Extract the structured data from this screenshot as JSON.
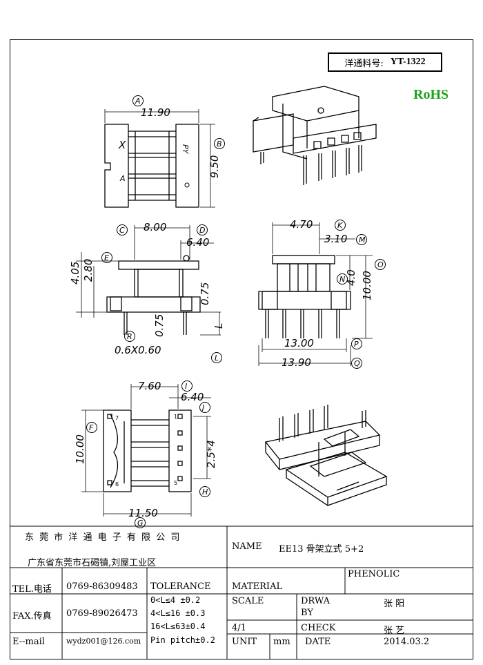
{
  "header": {
    "part_number_label": "洋通料号:",
    "part_number_value": "YT-1322",
    "rohs": "RoHS"
  },
  "top_view": {
    "dim_width": "11.90",
    "dim_height": "9.50",
    "label_a": "A",
    "label_b": "B",
    "marks": [
      "X",
      "A",
      "PY",
      "O"
    ]
  },
  "side_view_left": {
    "dim_c": "8.00",
    "dim_d": "6.40",
    "dim_e1": "4.05",
    "dim_e2": "2.80",
    "dim_075a": "0.75",
    "dim_075b": "0.75",
    "dim_l": "L",
    "dim_pin": "0.6X0.60",
    "labels": [
      "C",
      "D",
      "E",
      "R",
      "L"
    ]
  },
  "side_view_right": {
    "dim_k": "4.70",
    "dim_m": "3.10",
    "dim_n": "4.0",
    "dim_o": "10.00",
    "dim_p": "13.00",
    "dim_q": "13.90",
    "labels": [
      "K",
      "M",
      "N",
      "O",
      "P",
      "Q"
    ]
  },
  "bottom_view": {
    "dim_i": "7.60",
    "dim_j": "6.40",
    "dim_f": "10.00",
    "dim_pitch": "2.5*4",
    "dim_g": "11.50",
    "labels": [
      "I",
      "J",
      "F",
      "H",
      "G"
    ],
    "pin_numbers": [
      "7",
      "6",
      "1",
      "5"
    ]
  },
  "title_block": {
    "company": "东 莞 市 洋 通 电 子 有 限 公 司",
    "address": "广东省东莞市石碣镇,刘屋工业区",
    "name_label": "NAME",
    "name_value": "EE13 骨架立式 5+2",
    "material_label": "MATERIAL",
    "material_value": "PHENOLIC",
    "tel_label": "TEL.电话",
    "tel_value": "0769-86309483",
    "fax_label": "FAX.传真",
    "fax_value": "0769-89026473",
    "email_label": "E--mail",
    "email_value": "wydz001@126.com",
    "tolerance_label": "TOLERANCE",
    "tolerances": [
      "0<L≤4   ±0.2",
      "4<L≤16  ±0.3",
      "16<L≤63±0.4",
      "Pin pitch±0.2"
    ],
    "scale_label": "SCALE",
    "scale_value": "4/1",
    "drwa_label_1": "DRWA",
    "drwa_label_2": "BY",
    "drwa_value": "张 阳",
    "check_label": "CHECK",
    "check_value": "张 艺",
    "unit_label": "UNIT",
    "unit_value": "mm",
    "date_label": "DATE",
    "date_value": "2014.03.2"
  }
}
